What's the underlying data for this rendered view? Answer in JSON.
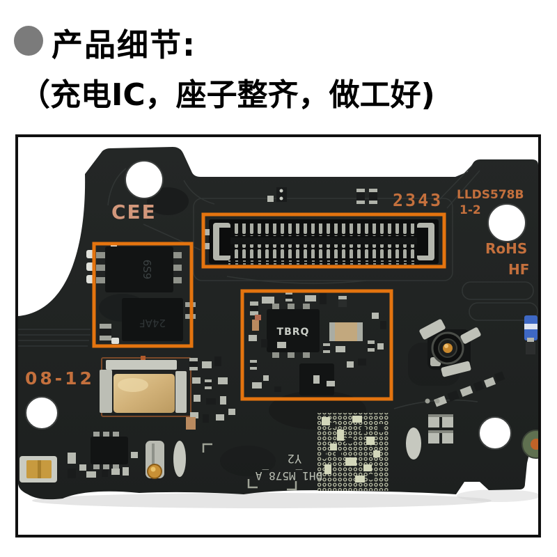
{
  "header": {
    "title": "产品细节:",
    "subtitle": "（充电IC，座子整齐，做工好)",
    "bullet_color": "#7b7b7b"
  },
  "photo": {
    "highlight_color": "#e4740f",
    "board_color": "#212423",
    "silkscreen_color": "#c4703d",
    "brand_color": "#d2977b",
    "silkscreen": {
      "brand": "CEE",
      "date_code": "2343",
      "model": "LLDS578B",
      "revision": "1-2",
      "rohs": "RoHS",
      "hf": "HF",
      "week_code": "08-12"
    },
    "laser_marks": {
      "part_number": "DH1_M578_A",
      "batch": "Y2"
    },
    "chip_marks": {
      "charging_ic_1": "6S9",
      "charging_ic_2": "24AF",
      "power_ic": "TBRQ"
    }
  }
}
